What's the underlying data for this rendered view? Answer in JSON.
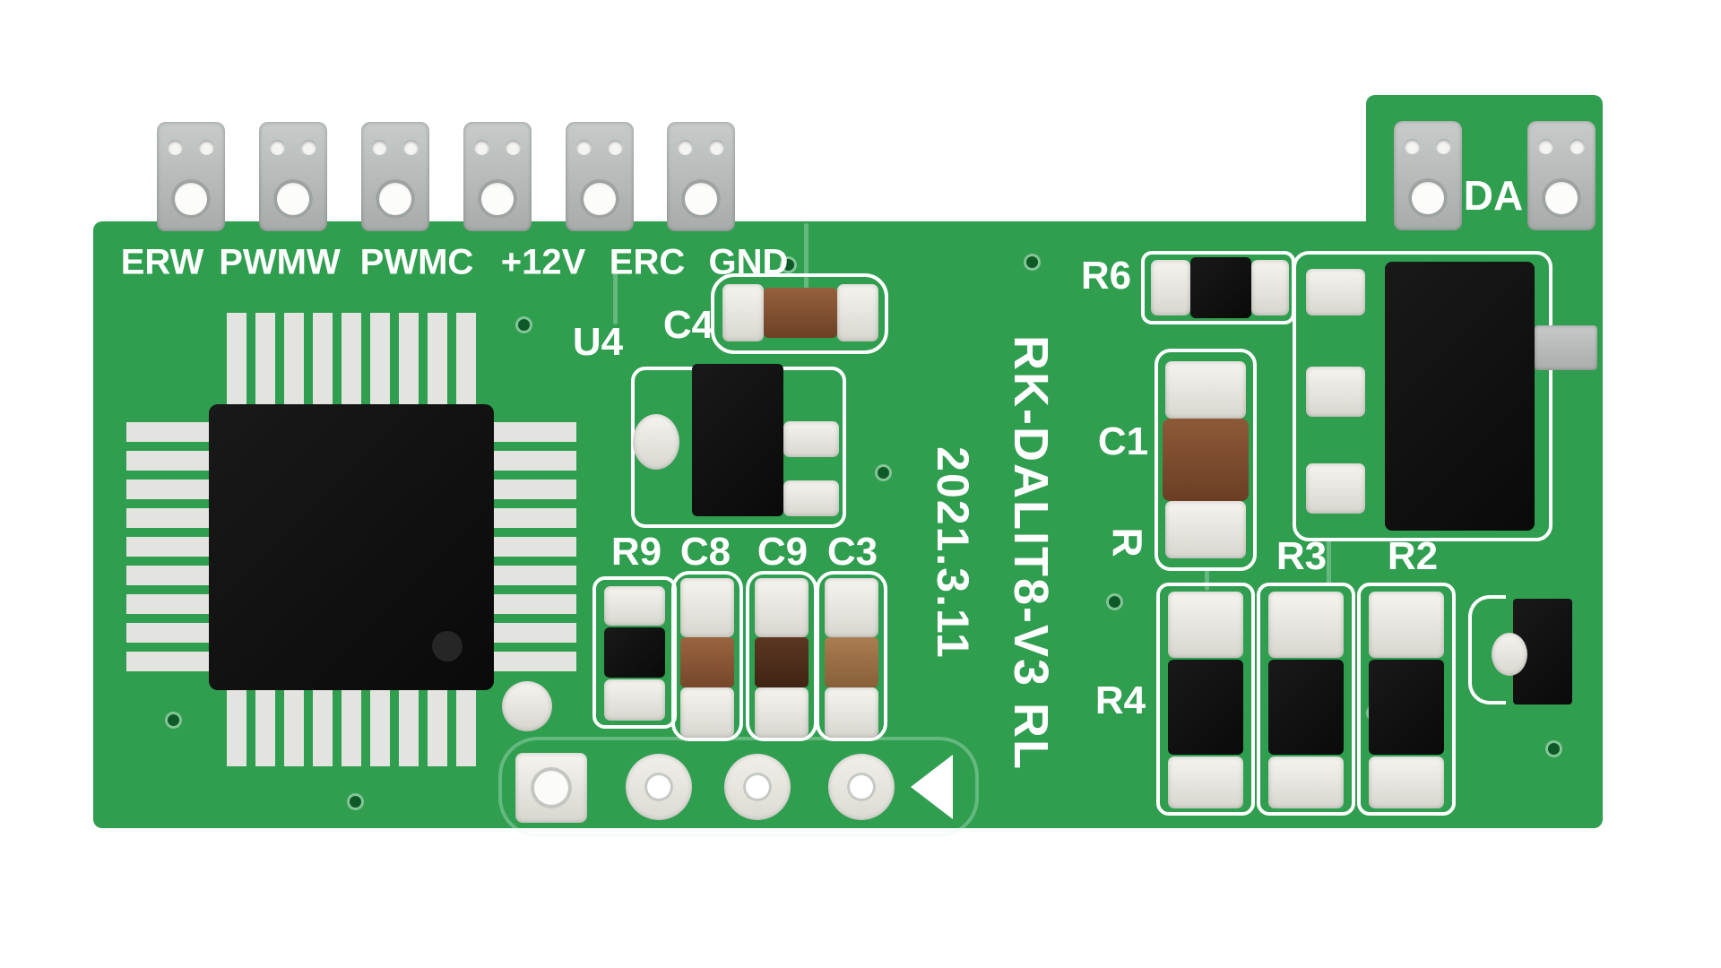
{
  "board": {
    "model_text": "RK-DALIT8-V3 RL",
    "date_text": "2021.3.11",
    "color": "#2f9e4f",
    "silkscreen_color": "#ffffff"
  },
  "terminals": {
    "labels": [
      "ERW",
      "PWMW",
      "PWMC",
      "+12V",
      "ERC",
      "GND"
    ],
    "right_label": "DA"
  },
  "labels": {
    "u4": "U4",
    "c4": "C4",
    "r9": "R9",
    "c8": "C8",
    "c9": "C9",
    "c3": "C3",
    "r6": "R6",
    "c1": "C1",
    "r": "R",
    "r3": "R3",
    "r2": "R2",
    "r4": "R4"
  },
  "colors": {
    "board_green": "#2f9e4f",
    "terminal_metal": "#b8bcbb",
    "component_black": "#0e0e0e",
    "pad_silver": "#e9e7e1",
    "capacitor_brown_c4": "#7d4c30",
    "capacitor_brown_c8": "#8a5637",
    "capacitor_brown_c9": "#4f2e1c",
    "capacitor_brown_c3": "#9c6e45",
    "capacitor_brown_c1": "#7b482c"
  }
}
